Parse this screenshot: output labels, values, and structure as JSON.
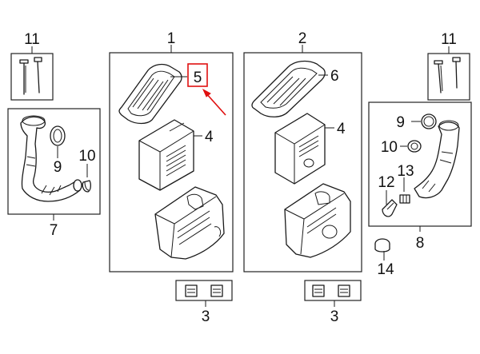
{
  "diagram": {
    "callouts": {
      "c1": "1",
      "c2": "2",
      "c3a": "3",
      "c3b": "3",
      "c4a": "4",
      "c4b": "4",
      "c5": "5",
      "c6": "6",
      "c7": "7",
      "c8": "8",
      "c9a": "9",
      "c9b": "9",
      "c10a": "10",
      "c10b": "10",
      "c11a": "11",
      "c11b": "11",
      "c12": "12",
      "c13": "13",
      "c14": "14"
    },
    "colors": {
      "line": "#1a1a1a",
      "highlight": "#e01010"
    }
  }
}
